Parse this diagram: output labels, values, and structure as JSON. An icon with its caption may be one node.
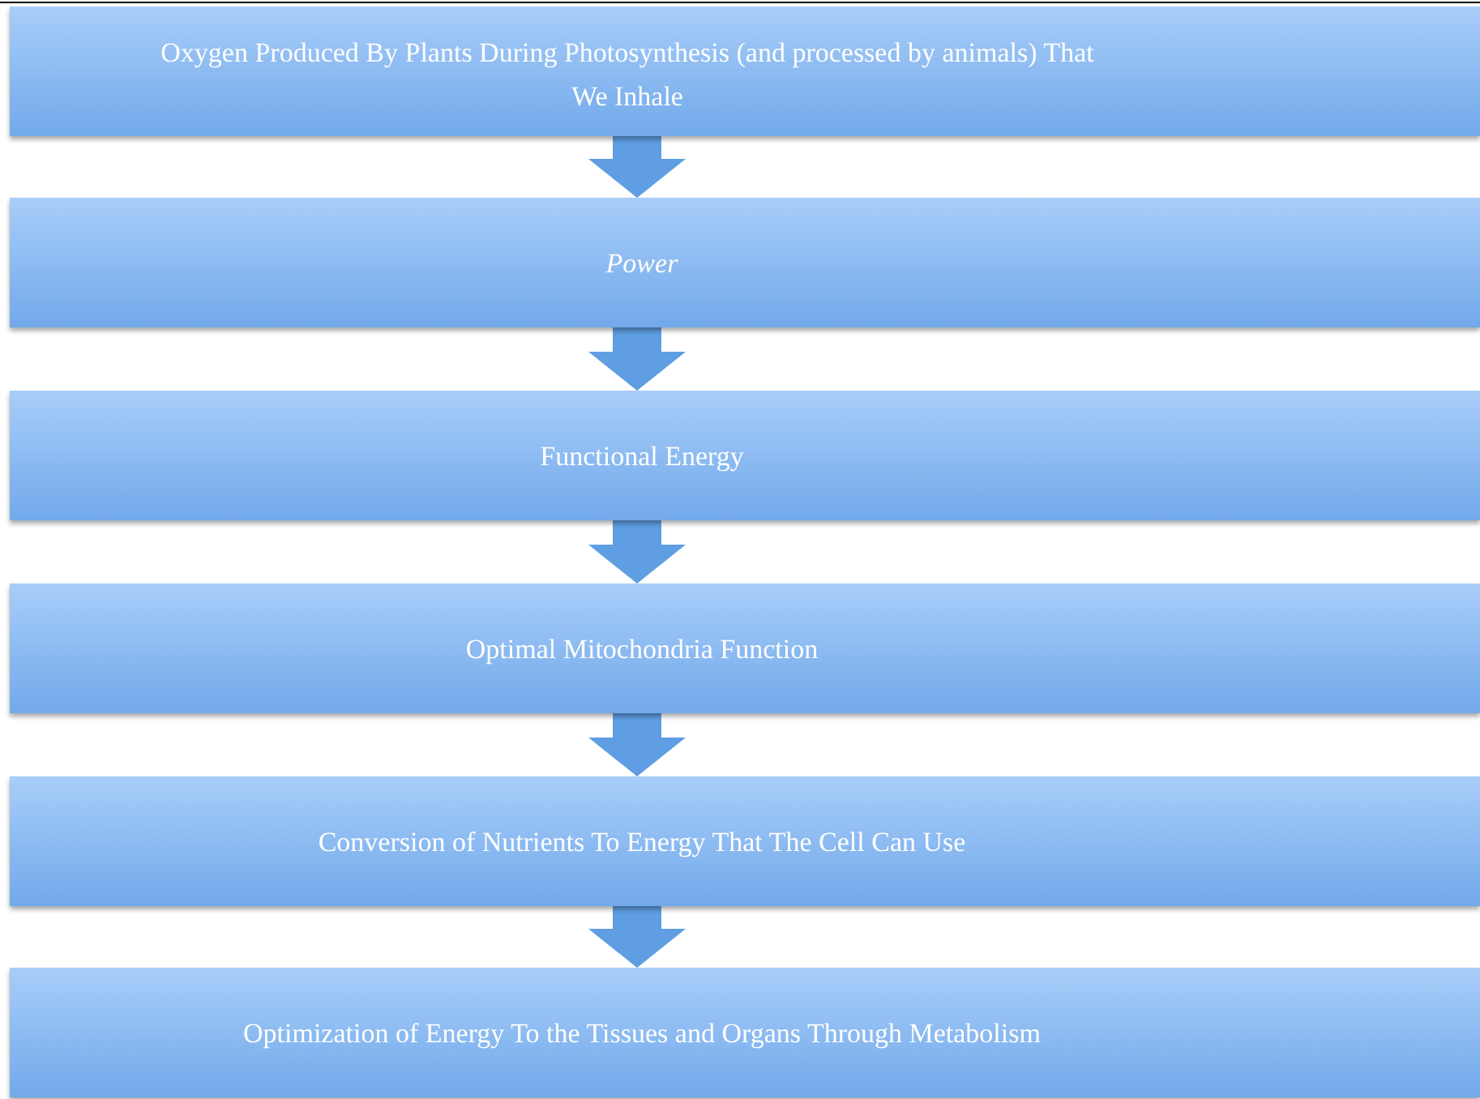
{
  "diagram": {
    "nodes": [
      {
        "text": [
          "Oxygen Produced By Plants During Photosynthesis (and processed by animals) That We Inhale"
        ]
      },
      {
        "text": [
          "Power"
        ]
      },
      {
        "text": [
          "Functional Energy"
        ]
      },
      {
        "text": [
          "Optimal Mitochondria Function"
        ]
      },
      {
        "text": [
          "Conversion of Nutrients To Energy That The Cell Can Use"
        ]
      },
      {
        "text": [
          "Optimization of Energy To the Tissues and Organs Through Metabolism"
        ]
      }
    ],
    "edges": [
      {
        "from": 0,
        "to": 1,
        "arrow": "to"
      },
      {
        "from": 1,
        "to": 2,
        "arrow": "to"
      },
      {
        "from": 2,
        "to": 3,
        "arrow": "to"
      },
      {
        "from": 3,
        "to": 4,
        "arrow": "to"
      },
      {
        "from": 4,
        "to": 5,
        "arrow": "to"
      }
    ]
  }
}
